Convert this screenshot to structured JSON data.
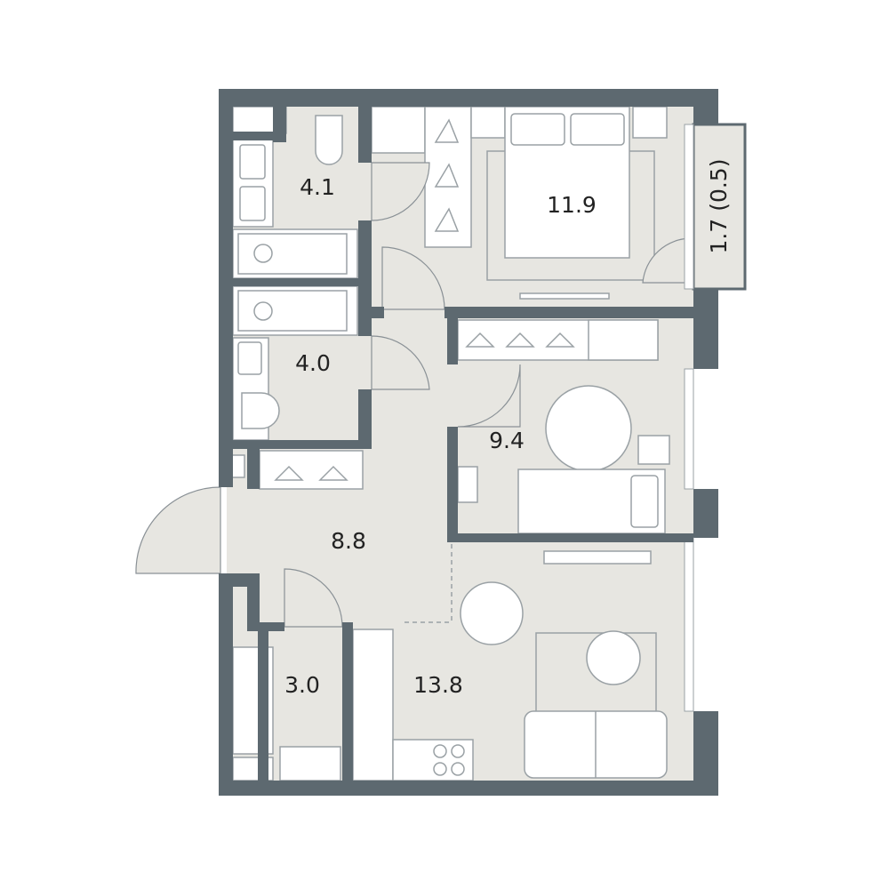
{
  "plan": {
    "rooms": [
      {
        "id": "bathroom-1",
        "area": "4.1"
      },
      {
        "id": "bedroom-1",
        "area": "11.9"
      },
      {
        "id": "balcony",
        "area": "1.7 (0.5)"
      },
      {
        "id": "bathroom-2",
        "area": "4.0"
      },
      {
        "id": "bedroom-2",
        "area": "9.4"
      },
      {
        "id": "hallway",
        "area": "8.8"
      },
      {
        "id": "storage",
        "area": "3.0"
      },
      {
        "id": "kitchen-living",
        "area": "13.8"
      }
    ],
    "colors": {
      "wall": "#5d6970",
      "floor": "#e7e6e1",
      "furniture": "#ffffff"
    }
  }
}
